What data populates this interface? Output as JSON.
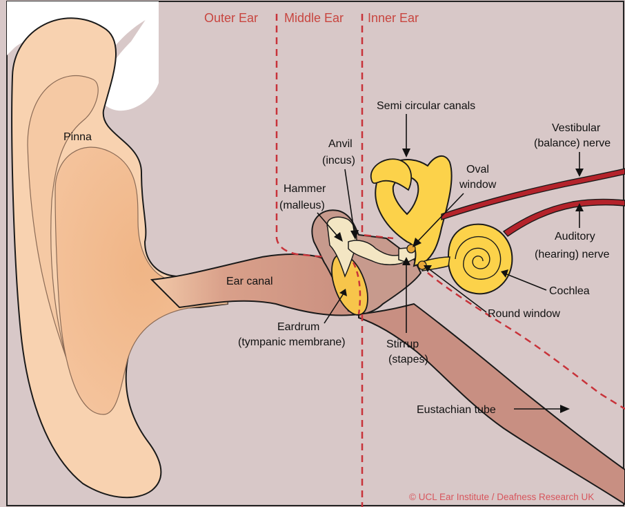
{
  "zones": {
    "outer": "Outer Ear",
    "middle": "Middle Ear",
    "inner": "Inner Ear"
  },
  "labels": {
    "pinna": "Pinna",
    "semi_circular_canals": "Semi circular canals",
    "vestibular_line1": "Vestibular",
    "vestibular_line2": "(balance) nerve",
    "anvil_line1": "Anvil",
    "anvil_line2": "(incus)",
    "oval_line1": "Oval",
    "oval_line2": "window",
    "hammer_line1": "Hammer",
    "hammer_line2": "(malleus)",
    "auditory_line1": "Auditory",
    "auditory_line2": "(hearing) nerve",
    "ear_canal": "Ear canal",
    "cochlea": "Cochlea",
    "round_window": "Round window",
    "eardrum_line1": "Eardrum",
    "eardrum_line2": "(tympanic membrane)",
    "stirrup_line1": "Stirrup",
    "stirrup_line2": "(stapes)",
    "eustachian_tube": "Eustachian tube"
  },
  "credit": "© UCL Ear Institute / Deafness Research UK",
  "colors": {
    "background_tissue": "#d6c6c6",
    "skin": "#f8d4b3",
    "canal": "#d29b8c",
    "bone_yellow": "#fcd24a",
    "nerve": "#b4232b",
    "divider": "#c8333a"
  }
}
